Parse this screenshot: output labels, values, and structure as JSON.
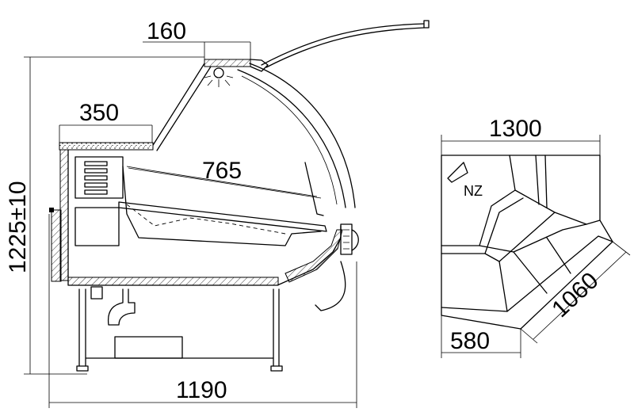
{
  "dimensions": {
    "top_width": "160",
    "counter_depth": "350",
    "inner_depth": "765",
    "height": "1225±10",
    "total_depth": "1190",
    "corner_width": "1300",
    "corner_side": "1060",
    "corner_front": "580"
  },
  "labels": {
    "corner_type": "NZ"
  },
  "colors": {
    "line": "#000000",
    "background": "#ffffff"
  }
}
